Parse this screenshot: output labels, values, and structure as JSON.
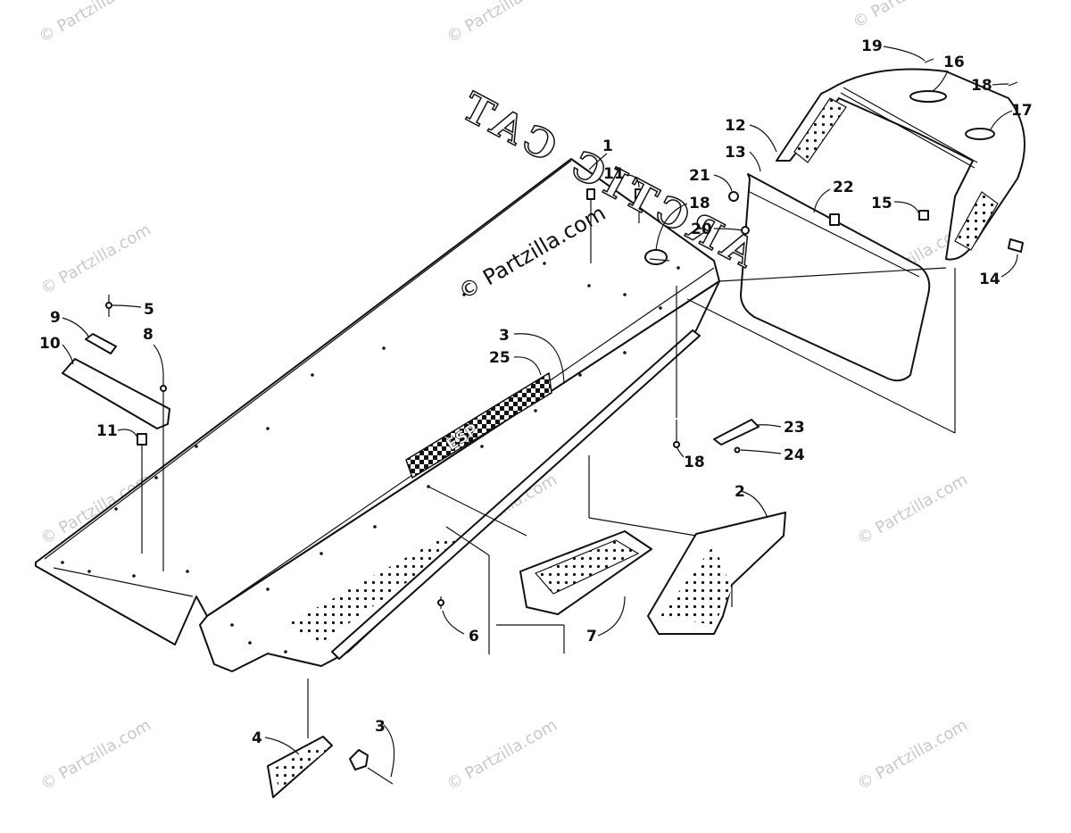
{
  "watermarks": {
    "main": "© Partzilla.com",
    "small": "© Partzilla.com"
  },
  "emboss_text": "ARCTIC CAT",
  "decal_text": "ESP",
  "callouts": {
    "c1": "1",
    "c2": "2",
    "c3a": "3",
    "c3b": "3",
    "c4": "4",
    "c5": "5",
    "c6": "6",
    "c7": "7",
    "c8": "8",
    "c9": "9",
    "c10": "10",
    "c11a": "11",
    "c11b": "11",
    "c12": "12",
    "c13": "13",
    "c14": "14",
    "c15": "15",
    "c16": "16",
    "c17": "17",
    "c18a": "18",
    "c18b": "18",
    "c18c": "18",
    "c19": "19",
    "c20": "20",
    "c21": "21",
    "c22": "22",
    "c23": "23",
    "c24": "24",
    "c25": "25"
  }
}
